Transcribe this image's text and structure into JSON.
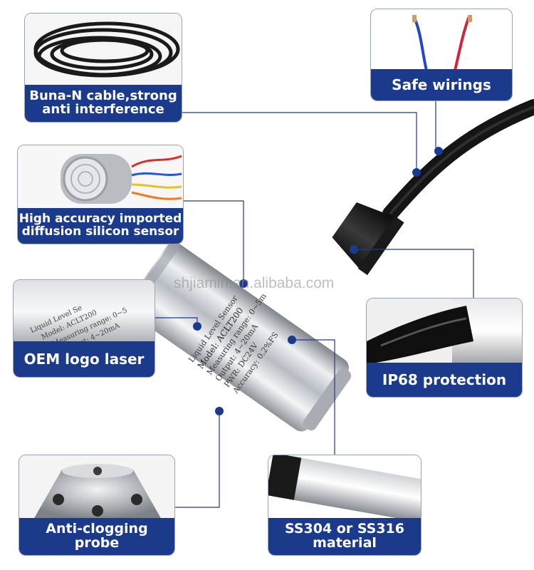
{
  "callouts": {
    "cable": {
      "line1": "Buna-N cable,strong",
      "line2": "anti interference"
    },
    "wiring": {
      "line1": "Safe wirings"
    },
    "sensor": {
      "line1": "High accuracy imported",
      "line2": "diffusion silicon sensor"
    },
    "oem": {
      "line1": "OEM logo laser"
    },
    "ip68": {
      "line1": "IP68 protection"
    },
    "probe": {
      "line1": "Anti-clogging",
      "line2": "probe"
    },
    "material": {
      "line1": "SS304 or SS316",
      "line2": "material"
    }
  },
  "watermark": "shjiamin.en.alibaba.com",
  "engraving": {
    "title": "Liquid Level Sensor",
    "model": "Model: ACLT200",
    "range": "Measuring range: 0~5m",
    "output": "Output: 4~20mA",
    "power": "PWR: DC24V",
    "accuracy": "Accuracy: 0.2%FS"
  },
  "colors": {
    "label_bg": "#1b3a8c",
    "leader": "#1b3a8c",
    "steel": "#c9ccd2"
  }
}
